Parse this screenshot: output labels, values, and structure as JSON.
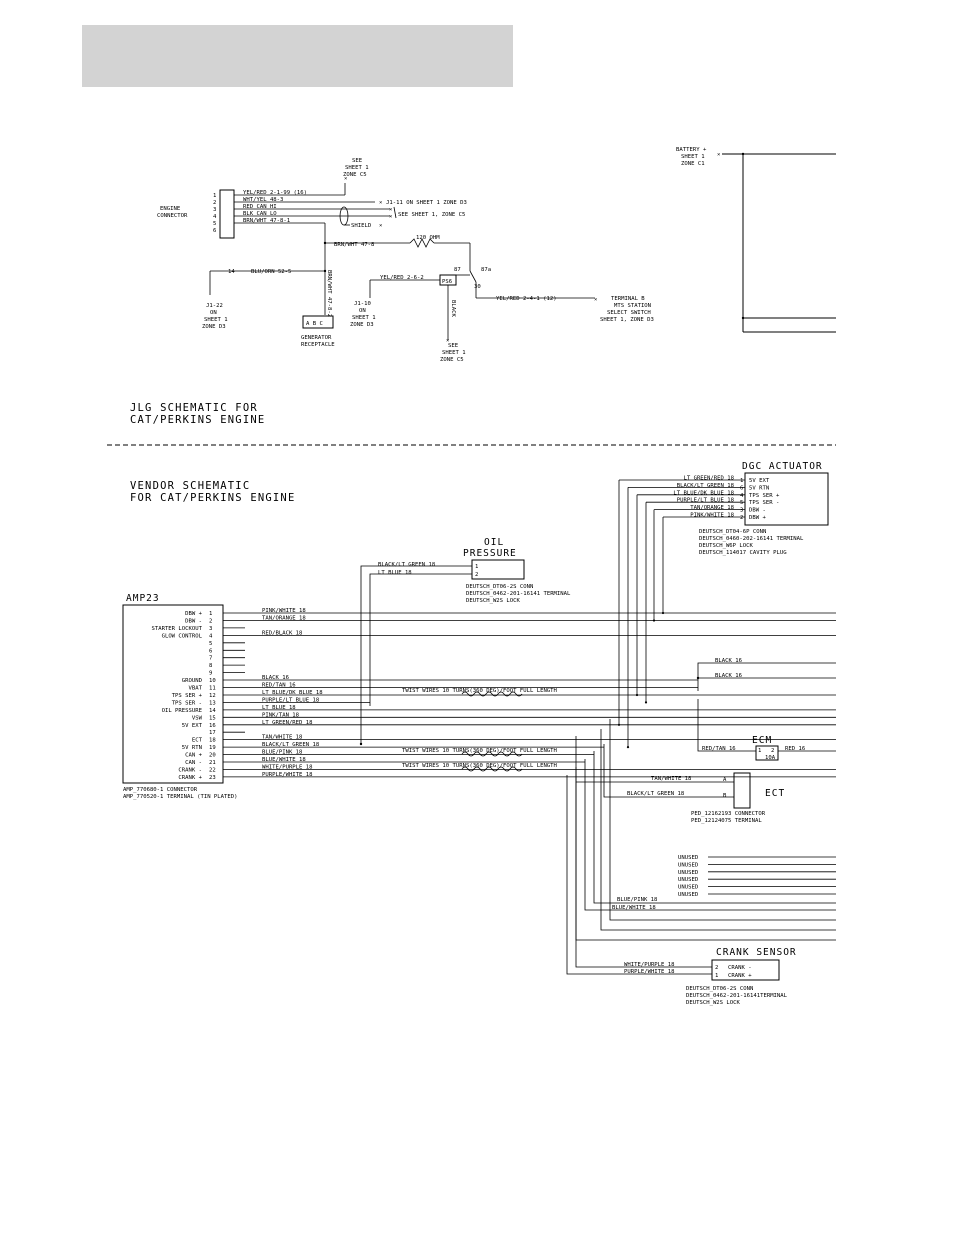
{
  "jlg": {
    "engine_connector": [
      "ENGINE",
      "CONNECTOR"
    ],
    "pins": [
      "1",
      "2",
      "3",
      "4",
      "5",
      "6"
    ],
    "wires": [
      "YEL/RED 2-1-99 (16)",
      "WHT/YEL 48-3",
      "RED CAN HI",
      "BLK CAN LO",
      "BRN/WHT 47-8-1"
    ],
    "see_sheet_top": [
      "SEE",
      "SHEET 1",
      "ZONE C5"
    ],
    "j1_11": "J1-11 ON SHEET 1 ZONE D3",
    "see_sheet_c5": "SEE SHEET 1, ZONE C5",
    "shield": "SHIELD",
    "brn_wht_47_8": "BRN/WHT 47-8",
    "ohm": "120 OHM",
    "brn_wht_vert": "BRN/WHT 47-8-2",
    "blu_orn": "BLU/ORN 52-5",
    "pin14": "14",
    "j1_22": [
      "J1-22",
      "ON",
      "SHEET 1",
      "ZONE D3"
    ],
    "generator": [
      "GENERATOR",
      "RECEPTACLE"
    ],
    "receptacle_pins": "A B C",
    "j1_10": [
      "J1-10",
      "ON",
      "SHEET 1",
      "ZONE D3"
    ],
    "yel_red_262": "YEL/RED 2-6-2",
    "relay_label": "PS6",
    "relay_pins": [
      "87",
      "87a",
      "30"
    ],
    "black": "BLACK",
    "see_sheet_bottom": [
      "SEE",
      "SHEET 1",
      "ZONE C5"
    ],
    "yel_red_241": "YEL/RED 2-4-1 (12)",
    "terminal_b": [
      "TERMINAL B",
      "MTS STATION",
      "SELECT SWITCH",
      "SHEET 1, ZONE D3"
    ],
    "battery": [
      "BATTERY +",
      "SHEET 1",
      "ZONE C1"
    ],
    "title": [
      "JLG SCHEMATIC FOR",
      "CAT/PERKINS ENGINE"
    ]
  },
  "vendor": {
    "title": [
      "VENDOR SCHEMATIC",
      "FOR CAT/PERKINS ENGINE"
    ],
    "amp23_title": "AMP23",
    "amp23_pins": [
      {
        "n": "1",
        "label": "DBW +"
      },
      {
        "n": "2",
        "label": "DBW -"
      },
      {
        "n": "3",
        "label": "STARTER LOCKOUT"
      },
      {
        "n": "4",
        "label": "GLOW CONTROL"
      },
      {
        "n": "5",
        "label": ""
      },
      {
        "n": "6",
        "label": ""
      },
      {
        "n": "7",
        "label": ""
      },
      {
        "n": "8",
        "label": ""
      },
      {
        "n": "9",
        "label": ""
      },
      {
        "n": "10",
        "label": "GROUND"
      },
      {
        "n": "11",
        "label": "VBAT"
      },
      {
        "n": "12",
        "label": "TPS SER +"
      },
      {
        "n": "13",
        "label": "TPS SER -"
      },
      {
        "n": "14",
        "label": "OIL PRESSURE"
      },
      {
        "n": "15",
        "label": "VSW"
      },
      {
        "n": "16",
        "label": "5V EXT"
      },
      {
        "n": "17",
        "label": ""
      },
      {
        "n": "18",
        "label": "ECT"
      },
      {
        "n": "19",
        "label": "5V RTN"
      },
      {
        "n": "20",
        "label": "CAN +"
      },
      {
        "n": "21",
        "label": "CAN -"
      },
      {
        "n": "22",
        "label": "CRANK -"
      },
      {
        "n": "23",
        "label": "CRANK +"
      }
    ],
    "amp23_wires": [
      "PINK/WHITE 18",
      "TAN/ORANGE 18",
      "",
      "RED/BLACK 18",
      "",
      "",
      "",
      "",
      "",
      "BLACK 16",
      "RED/TAN 16",
      "LT BLUE/DK BLUE 18",
      "PURPLE/LT BLUE 18",
      "LT BLUE 18",
      "PINK/TAN 18",
      "LT GREEN/RED 18",
      "",
      "TAN/WHITE 18",
      "BLACK/LT GREEN 18",
      "BLUE/PINK 18",
      "BLUE/WHITE 18",
      "WHITE/PURPLE 18",
      "PURPLE/WHITE 18"
    ],
    "amp23_conn": [
      "AMP_770680-1 CONNECTOR",
      "AMP_770520-1 TERMINAL (TIN PLATED)"
    ],
    "twist": "TWIST WIRES 10 TURNS(360 DEG)/FOOT FULL LENGTH",
    "oil_title": [
      "OIL",
      "PRESSURE"
    ],
    "oil_wires": [
      "BLACK/LT GREEN 18",
      "LT BLUE 18"
    ],
    "oil_pins": [
      "1",
      "2"
    ],
    "oil_conn": [
      "DEUTSCH_DT06-2S CONN",
      "DEUTSCH_0462-201-16141 TERMINAL",
      "DEUTSCH_W2S LOCK"
    ],
    "dgc_title": "DGC ACTUATOR",
    "dgc_wires": [
      "LT GREEN/RED 18",
      "BLACK/LT GREEN 18",
      "LT BLUE/DK BLUE 18",
      "PURPLE/LT BLUE 18",
      "TAN/ORANGE 18",
      "PINK/WHITE 18"
    ],
    "dgc_pins": [
      {
        "n": "1",
        "label": "5V EXT"
      },
      {
        "n": "6",
        "label": "5V RTN"
      },
      {
        "n": "4",
        "label": "TPS SER +"
      },
      {
        "n": "5",
        "label": "TPS SER -"
      },
      {
        "n": "3",
        "label": "DBW -"
      },
      {
        "n": "2",
        "label": "DBW +"
      }
    ],
    "dgc_conn": [
      "DEUTSCH_DT04-6P CONN",
      "DEUTSCH_0460-202-16141 TERMINAL",
      "DEUTSCH_W6P LOCK",
      "DEUTSCH_114017 CAVITY PLUG"
    ],
    "black16": "BLACK 16",
    "ecm_title": "ECM",
    "ecm_wire": "RED/TAN 16",
    "ecm_fuse": "10A",
    "ecm_pins": [
      "1",
      "2"
    ],
    "red16": "RED 16",
    "ect_title": "ECT",
    "ect_wires": [
      "TAN/WHITE 18",
      "BLACK/LT GREEN 18"
    ],
    "ect_pins": [
      "A",
      "B"
    ],
    "ect_conn": [
      "PED_12162193 CONNECTOR",
      "PED_12124075 TERMINAL"
    ],
    "unused": [
      "UNUSED",
      "UNUSED",
      "UNUSED",
      "UNUSED",
      "UNUSED",
      "UNUSED"
    ],
    "blue_pink": "BLUE/PINK 18",
    "blue_white": "BLUE/WHITE 18",
    "crank_title": "CRANK SENSOR",
    "crank_wires": [
      "WHITE/PURPLE 18",
      "PURPLE/WHITE 18"
    ],
    "crank_pins": [
      {
        "n": "2",
        "label": "CRANK -"
      },
      {
        "n": "1",
        "label": "CRANK +"
      }
    ],
    "crank_conn": [
      "DEUTSCH_DT06-2S CONN",
      "DEUTSCH_0462-201-16141TERMINAL",
      "DEUTSCH_W2S LOCK"
    ]
  }
}
